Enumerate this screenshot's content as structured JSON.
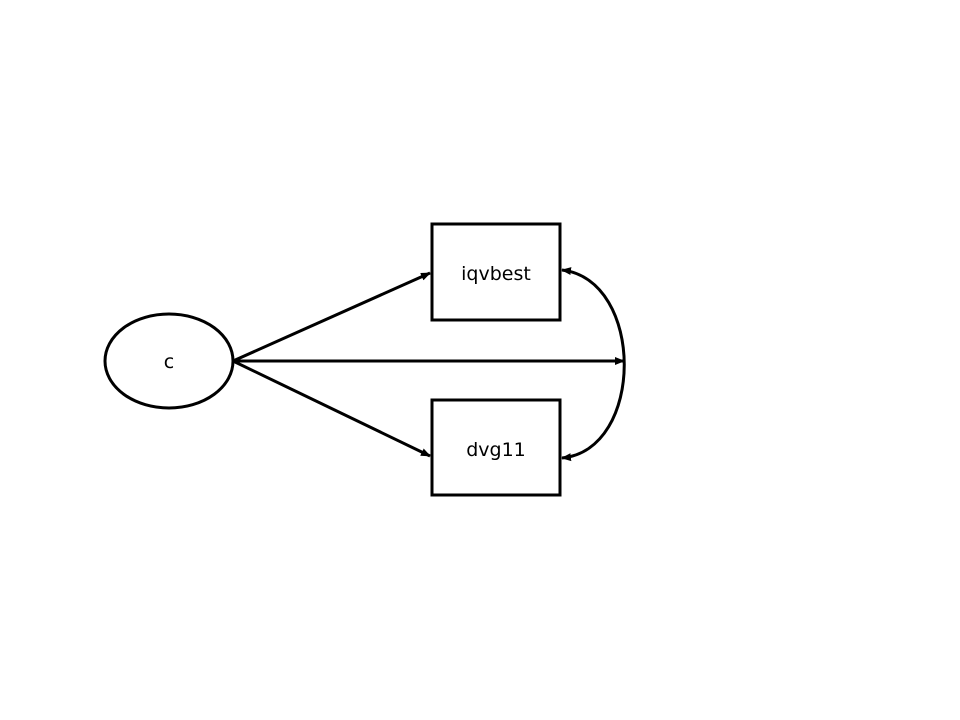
{
  "diagram": {
    "nodes": {
      "latent": {
        "label": "c",
        "shape": "ellipse"
      },
      "indicator_top": {
        "label": "iqvbest",
        "shape": "rectangle"
      },
      "indicator_bottom": {
        "label": "dvg11",
        "shape": "rectangle"
      }
    },
    "edges": [
      {
        "from": "c",
        "to": "iqvbest",
        "type": "directed"
      },
      {
        "from": "c",
        "to": "dvg11",
        "type": "directed"
      },
      {
        "from": "c",
        "to": "covariance-arc",
        "type": "directed"
      },
      {
        "from": "iqvbest",
        "to": "dvg11",
        "type": "covariance"
      }
    ],
    "colors": {
      "stroke": "#000000",
      "fill": "#ffffff"
    }
  }
}
